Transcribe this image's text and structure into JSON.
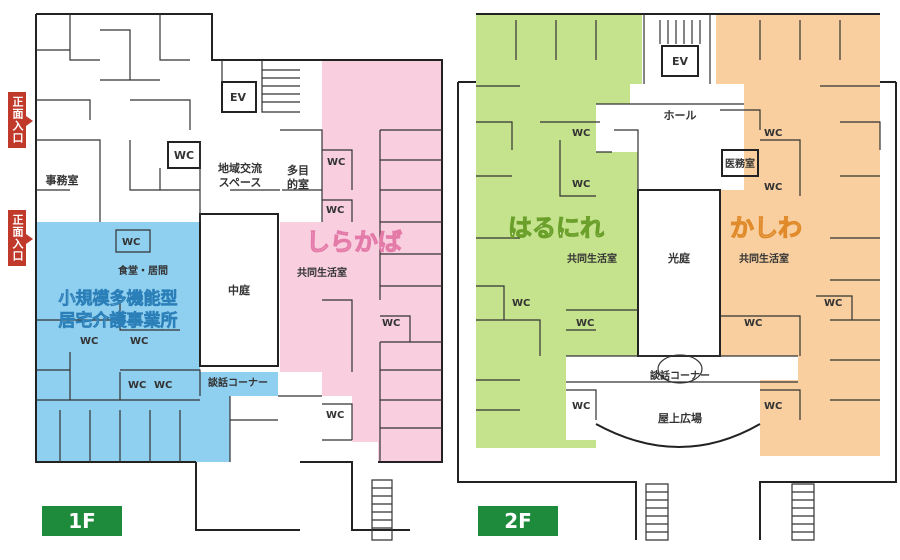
{
  "floors": {
    "first": "1F",
    "second": "2F"
  },
  "entrances": [
    "正面入口",
    "正面入口"
  ],
  "first_floor": {
    "ev": "EV",
    "wc": "WC",
    "office": "事務室",
    "community_space_1": "地域交流",
    "community_space_2": "スペース",
    "multipurpose_1": "多目",
    "multipurpose_2": "的室",
    "dining": "食堂・居間",
    "unit_name_1": "小規模多機能型",
    "unit_name_2": "居宅介護事業所",
    "courtyard": "中庭",
    "talk_corner": "談話コーナー",
    "shirakaba": "しらかば",
    "shared_living": "共同生活室"
  },
  "second_floor": {
    "ev": "EV",
    "wc": "WC",
    "hall": "ホール",
    "medical_office": "医務室",
    "harunire": "はるにれ",
    "kashiwa": "かしわ",
    "shared_living_left": "共同生活室",
    "shared_living_right": "共同生活室",
    "light_court": "光庭",
    "talk_corner": "談話コーナー",
    "roof_plaza": "屋上広場"
  },
  "colors": {
    "blue_zone": "#8fcff0",
    "pink_zone": "#f9cfe0",
    "green_zone": "#c5e28c",
    "orange_zone": "#f9cf9f",
    "floor_badge": "#1e8b3c",
    "entrance_marker": "#c0392b"
  }
}
